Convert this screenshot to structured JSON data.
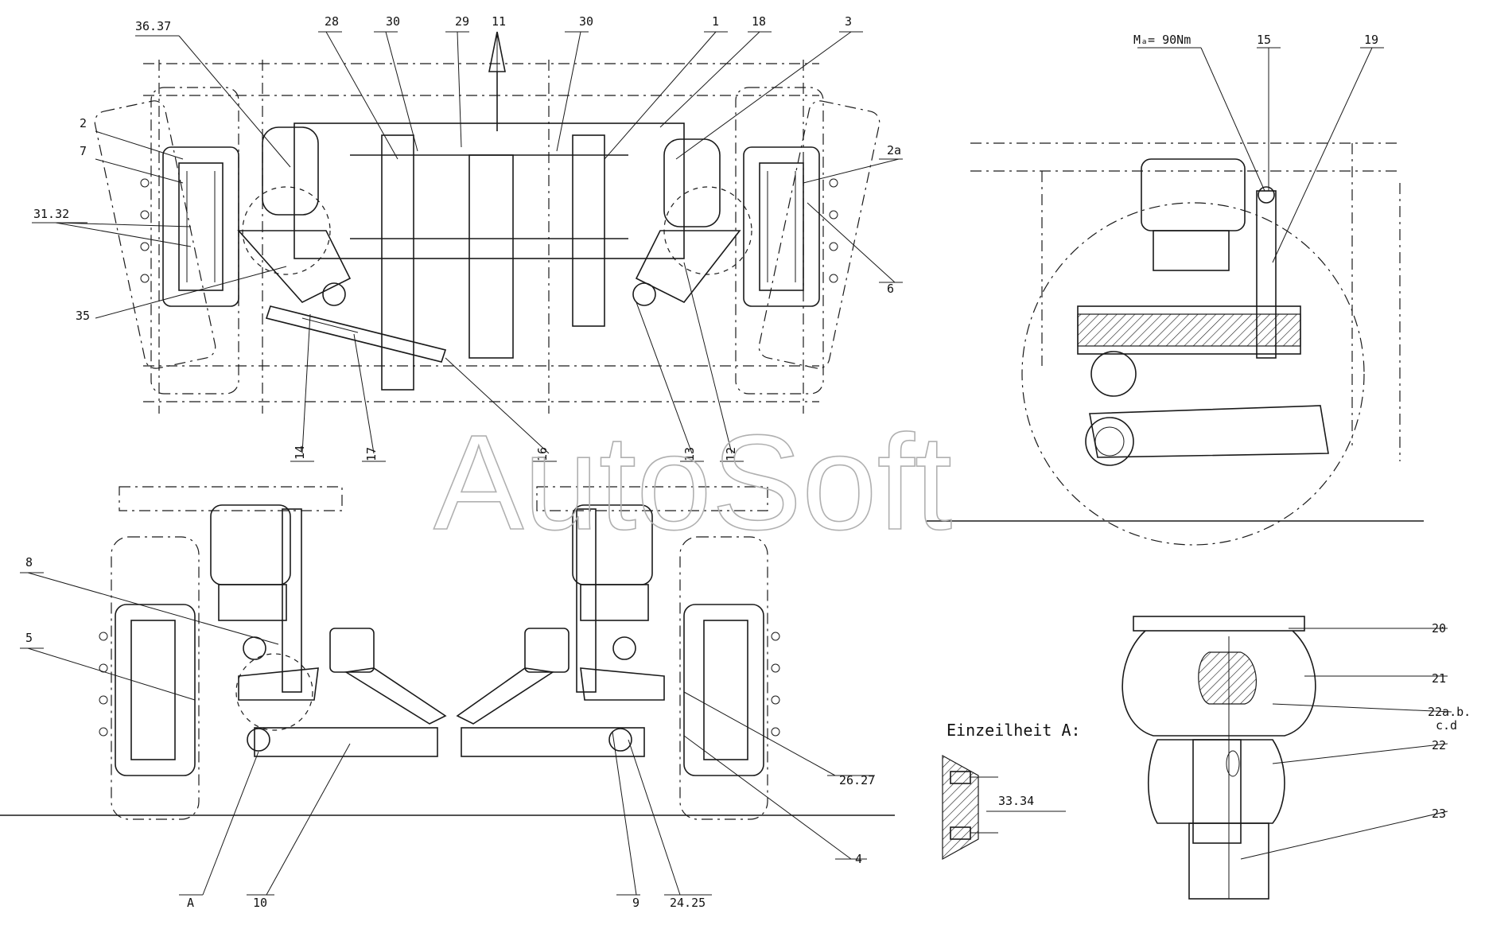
{
  "watermark": "AutoSoft",
  "detail_title": "Einzeilheit A:",
  "torque_note": "Mₐ= 90Nm",
  "labels": {
    "l_36_37": "36.37",
    "l_28": "28",
    "l_30a": "30",
    "l_29": "29",
    "l_11": "11",
    "l_30b": "30",
    "l_1": "1",
    "l_18": "18",
    "l_3": "3",
    "l_2": "2",
    "l_7": "7",
    "l_31_32": "31.32",
    "l_35": "35",
    "l_2a": "2a",
    "l_6": "6",
    "l_14": "14",
    "l_17": "17",
    "l_16": "16",
    "l_13": "13",
    "l_12": "12",
    "l_15": "15",
    "l_19": "19",
    "l_8": "8",
    "l_5": "5",
    "l_A": "A",
    "l_10": "10",
    "l_9": "9",
    "l_24_25": "24.25",
    "l_4": "4",
    "l_26_27": "26.27",
    "l_33_34": "33.34",
    "l_20": "20",
    "l_21": "21",
    "l_22abcd_1": "22a.b.",
    "l_22abcd_2": "c.d",
    "l_22": "22",
    "l_23": "23"
  }
}
